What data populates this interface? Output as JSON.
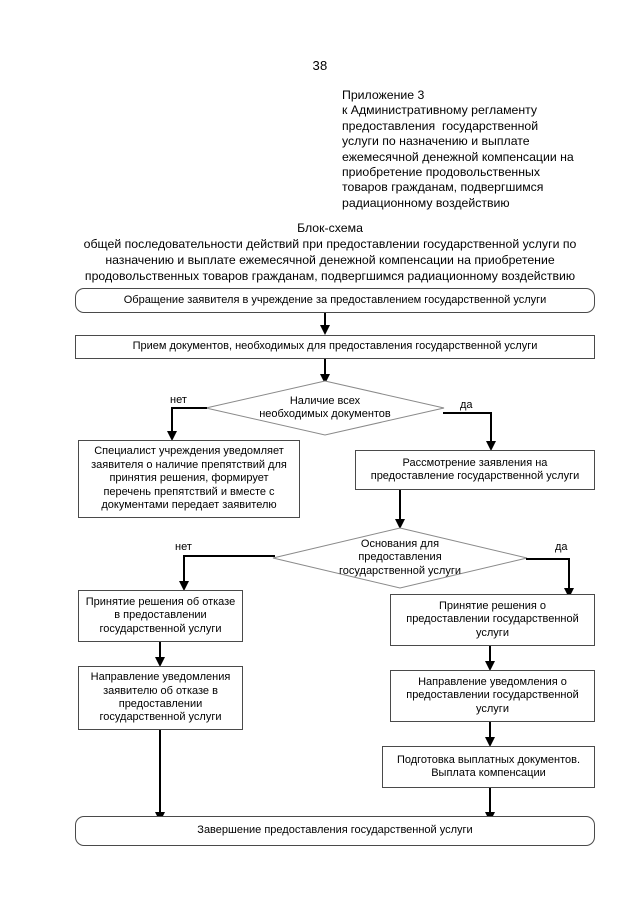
{
  "document": {
    "page_number": "38",
    "appendix": {
      "lines": [
        "Приложение 3",
        "к Административному регламенту",
        "предоставления  государственной",
        "услуги по назначению и выплате",
        "ежемесячной денежной компенсации на",
        "приобретение продовольственных",
        "товаров гражданам, подвергшимся",
        "радиационному воздействию"
      ]
    },
    "title": {
      "heading": "Блок-схема",
      "subtitle": "общей последовательности действий при предоставлении государственной услуги по назначению и выплате ежемесячной денежной компенсации на приобретение продовольственных товаров гражданам, подвергшимся радиационному воздействию"
    }
  },
  "flowchart": {
    "nodes": {
      "start": "Обращение заявителя в учреждение за предоставлением государственной услуги",
      "accept_documents": "Прием документов, необходимых для предоставления государственной услуги",
      "decision_documents": "Наличие всех\nнеобходимых документов",
      "notify_obstacles": "Специалист учреждения уведомляет\nзаявителя о наличие препятствий для\nпринятия решения, формирует\nперечень препятствий и вместе с\nдокументами передает заявителю",
      "review_application": "Рассмотрение заявления на\nпредоставление государственной услуги",
      "decision_grounds": "Основания для\nпредоставления\nгосударственной услуги",
      "refusal_decision": "Принятие решения об отказе\nв предоставлении\nгосударственной услуги",
      "refusal_notice": "Направление уведомления\nзаявителю об отказе в\nпредоставлении\nгосударственной услуги",
      "grant_decision": "Принятие решения о\nпредоставлении государственной\nуслуги",
      "grant_notice": "Направление уведомления о\nпредоставлении государственной\nуслуги",
      "payment_documents": "Подготовка выплатных документов.\nВыплата компенсации",
      "end": "Завершение предоставления государственной услуги"
    },
    "branch_labels": {
      "documents_no": "нет",
      "documents_yes": "да",
      "grounds_no": "нет",
      "grounds_yes": "да"
    },
    "colors": {
      "line": "#000000",
      "node_border": "#4a4a4a",
      "node_fill": "#ffffff",
      "text": "#000000"
    }
  }
}
